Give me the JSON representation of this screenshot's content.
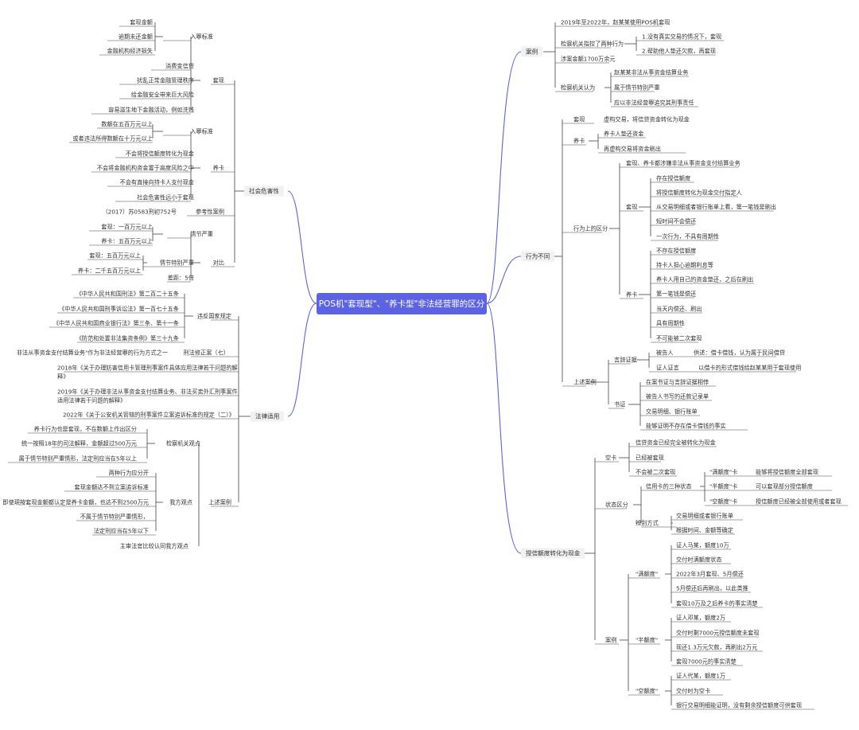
{
  "root": {
    "title": "POS机\"套现型\"、\"养卡型\"非法经营罪的区分"
  },
  "right": {
    "anli": {
      "label": "案例",
      "items": [
        "2019年至2022年，赵某某使用POS机套现",
        "检察机关指控了两种行为",
        "涉案金额1700万余元",
        "检察机关认为"
      ],
      "zhikong": [
        "1.没有真实交易的情况下，套现",
        "2.帮助他人垫还欠款，再套现"
      ],
      "renwei": [
        "赵某某非法从事资金结算业务",
        "属于情节特别严重",
        "应以非法经营罪追究其刑事责任"
      ]
    },
    "xingwei": {
      "label": "行为不同",
      "taoxian": {
        "label": "套现",
        "text": "虚构交易，将信贷资金转化为现金"
      },
      "yangka": {
        "label": "养卡",
        "items": [
          "养卡人垫还资金",
          "再虚构交易将资金刷出"
        ]
      },
      "quduan": {
        "label": "行为上的区分",
        "head": "套现、养卡都涉嫌非法从事资金支付结算业务",
        "tx_label": "套现",
        "tx_items": [
          "存在授信额度",
          "将授信额度转化为现金交付指定人",
          "从交易明细或者银行账单上看，第一笔钱是刷出",
          "短时间不会偿还",
          "一次行为，不具有周期性"
        ],
        "yk_label": "养卡",
        "yk_items": [
          "不存在授信额度",
          "持卡人担心逾期利息等",
          "养卡人用自己的资金垫还，之后在刷出",
          "第一笔钱是偿还",
          "当天内偿还、刷出",
          "具有周期性",
          "不可能被二次套现"
        ]
      },
      "shangshu": {
        "label": "上述案例",
        "bianjie": "言辞证据",
        "bgr": "被告人",
        "bgr_text": "供述：借卡借钱，认为属于民间借贷",
        "zr": "证人证言",
        "zr_text": "以借卡的形式借钱给赵某某用于套现使用",
        "shuzheng": "书证",
        "sz_items": [
          "在案书证与言辞证据相悖",
          "被告人书写的还款记录单",
          "交易明细、银行账单",
          "能够证明不存在借卡借钱的事实"
        ]
      }
    },
    "shouxin": {
      "label": "授信额度转化为现金",
      "kongka": {
        "label": "空卡",
        "items": [
          "信贷资金已经完全被转化为现金",
          "已经被套现",
          "不会被二次套现"
        ]
      },
      "zhuangtai": {
        "label": "状态区分",
        "sanzhong": "信用卡的三种状态",
        "states": [
          [
            "\"满额度\"卡",
            "能够将授信额度全部套现"
          ],
          [
            "\"半额度\"卡",
            "可以套现部分授信额度"
          ],
          [
            "\"空额度\"卡",
            "授信额度已经被全部使用或者套现"
          ]
        ],
        "bianbie": "辨别方式",
        "bb_items": [
          "交易明细或者银行账单",
          "根据时间、金额等确定"
        ]
      },
      "anli": {
        "label": "案例",
        "man": {
          "label": "\"满额度\"",
          "items": [
            "证人马某，额度10万",
            "交付时满额度状态",
            "2022年3月套现、5月偿还",
            "5月偿还后再刷出，以此类推",
            "套现10万及之后养卡的事实清楚"
          ]
        },
        "ban": {
          "label": "\"半额度\"",
          "items": [
            "证人邓某，额度2万",
            "交付时剩7000元授信额度未套现",
            "现还1.3万元欠款，再刷出2万元",
            "套现7000元的事实清楚"
          ]
        },
        "kong": {
          "label": "\"空额度\"",
          "items": [
            "证人代某，额度1万",
            "交付时为空卡",
            "银行交易明细能证明，没有剩余授信额度可供套现"
          ]
        }
      }
    }
  },
  "left": {
    "shehui": {
      "label": "社会危害性",
      "taoxian": {
        "label": "套现",
        "rz_label": "入罪标准",
        "rz_items": [
          "套现金额",
          "逾期未还金额",
          "金融机构经济损失"
        ],
        "items": [
          "消费变信贷",
          "扰乱正常金融管理秩序",
          "给金融安全带来巨大风险",
          "容易滋生地下金融活动，例如洗钱"
        ]
      },
      "yangka": {
        "label": "养卡",
        "rz_label": "入罪标准",
        "rz_items": [
          "数额在五百万元以上",
          "或者违法所得数额在十万元以上"
        ],
        "items": [
          "不会将授信额度转化为现金",
          "不会将金融机构资金置于高度风险之中",
          "不会有直接向持卡人支付现金",
          "社会危害性远小于套现"
        ]
      },
      "cankao": {
        "label": "参考性案例",
        "text": "（2017）苏0583刑初752号"
      },
      "duibi": {
        "label": "对比",
        "yz_label": "情节严重",
        "yz_items": [
          "套现：一百万元以上",
          "养卡：五百万元以上"
        ],
        "tb_label": "情节特别严重",
        "tb_items": [
          "套现：五百万元以上",
          "养卡：二千五百万元以上"
        ],
        "chaju": "差距：5倍"
      }
    },
    "falv": {
      "label": "法律适用",
      "weifan": {
        "label": "违反国家规定",
        "items": [
          "《中华人民共和国刑法》第二百二十五条",
          "《中华人民共和国刑事诉讼法》第一百七十五条",
          "《中华人民共和国商业银行法》第三条、第十一条",
          "《防范和处置非法集资条例》第三十九条"
        ]
      },
      "xiuzheng": {
        "label": "刑法修正案（七）",
        "text": "非法从事资金支付结算业务\"作为非法经营罪的行为方式之一"
      },
      "docs": [
        "2018年《关于办理妨害信用卡管理刑事案件具体应用法律若干问题的解释》",
        "2019年《关于办理非法从事资金支付结算业务、非法买卖外汇刑事案件适用法律若干问题的解释》",
        "2022年《关于公安机关管辖的刑事案件立案追诉标准的规定（二）》"
      ],
      "shangshu": {
        "label": "上述案例",
        "jc_label": "检察机关观点",
        "jc_items": [
          "养卡行为也是套现，不在数额上作出区分",
          "统一按照18年的司法解释，金额超过500万元",
          "属于情节特别严重情形，法定刑应当在5年以上"
        ],
        "wf_label": "我方观点",
        "wf_items": [
          "两种行为应分开",
          "套现金额达不到立案追诉标准",
          "即使現按套现金额都认定是养卡金额，也达不到2500万元",
          "不属于情节特别严重情形，",
          "法定刑应当在5年以下"
        ],
        "cr": "主审法官比较认同我方观点"
      }
    }
  },
  "colors": {
    "root_bg": "#5b63e3",
    "trunk": "#5b63e3",
    "branch": "#444444",
    "main_bg": "#f1f1f1"
  }
}
